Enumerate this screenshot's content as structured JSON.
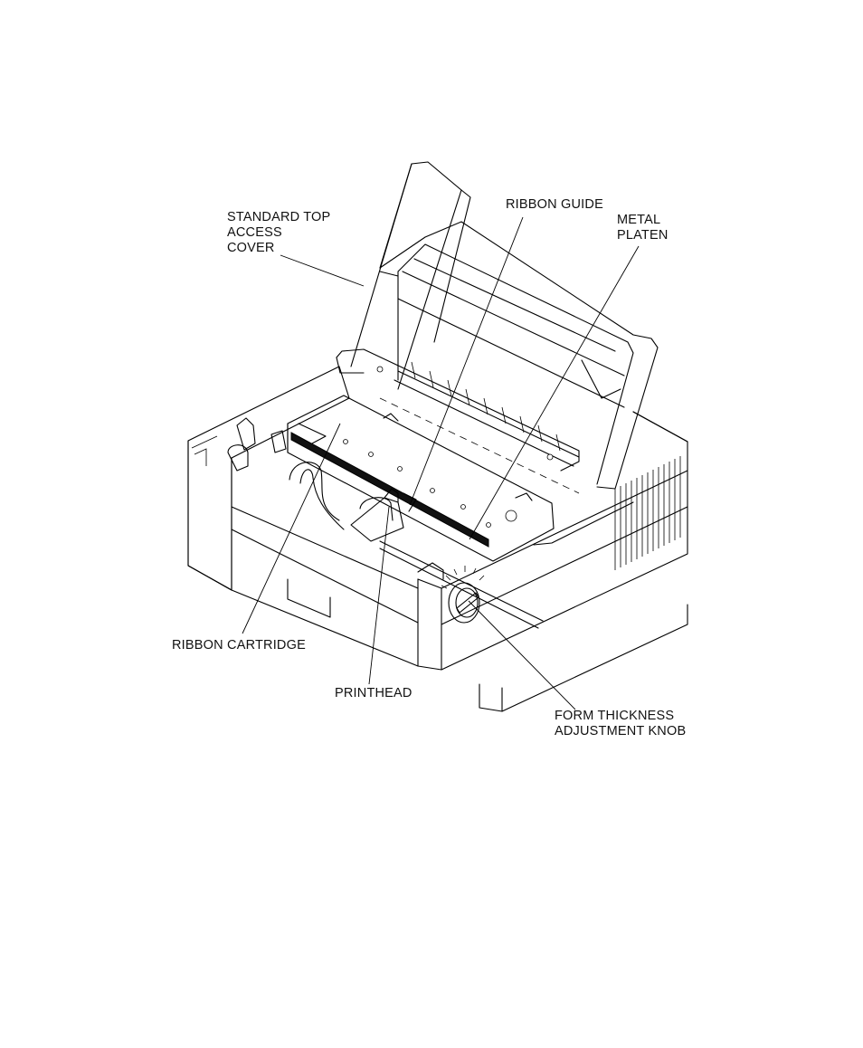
{
  "labels": {
    "top_cover": [
      "STANDARD TOP",
      "ACCESS",
      "COVER"
    ],
    "ribbon_guide": [
      "RIBBON GUIDE"
    ],
    "metal_platen": [
      "METAL",
      "PLATEN"
    ],
    "ribbon_cartridge": [
      "RIBBON CARTRIDGE"
    ],
    "printhead": [
      "PRINTHEAD"
    ],
    "knob": [
      "FORM THICKNESS",
      "ADJUSTMENT KNOB"
    ]
  }
}
